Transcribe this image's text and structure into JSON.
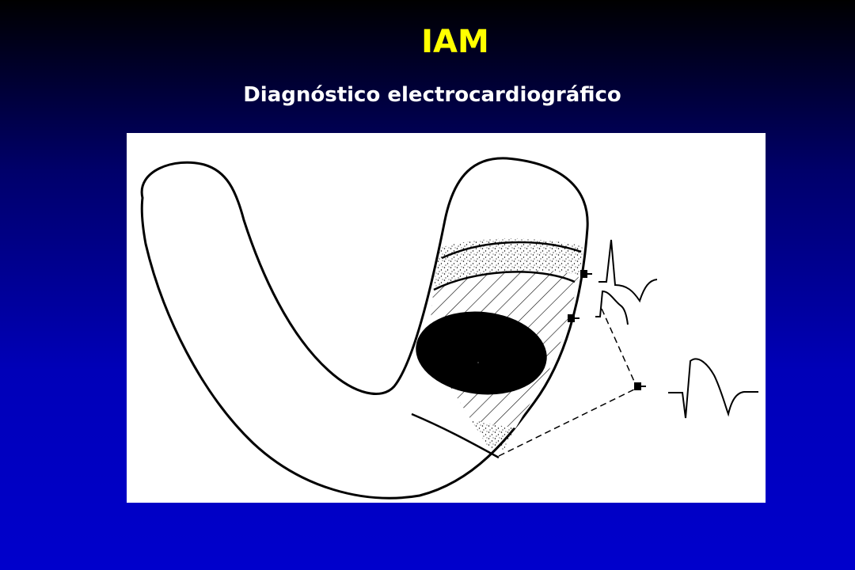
{
  "slide": {
    "title": "IAM",
    "subtitle": "Diagnóstico electrocardiográfico"
  },
  "colors": {
    "title": "#ffff00",
    "subtitle": "#ffffff",
    "background_top": "#000000",
    "background_bottom": "#0000cc",
    "figure_background": "#ffffff",
    "ink": "#000000"
  },
  "diagram": {
    "regions": [
      "outer-ischemia-zone",
      "injury-zone",
      "necrosis-zone"
    ],
    "electrodes": [
      "electrode-upper",
      "electrode-middle",
      "electrode-far"
    ],
    "ecg_traces": [
      "ecg-trace-ischemia",
      "ecg-trace-injury",
      "ecg-trace-necrosis"
    ]
  }
}
